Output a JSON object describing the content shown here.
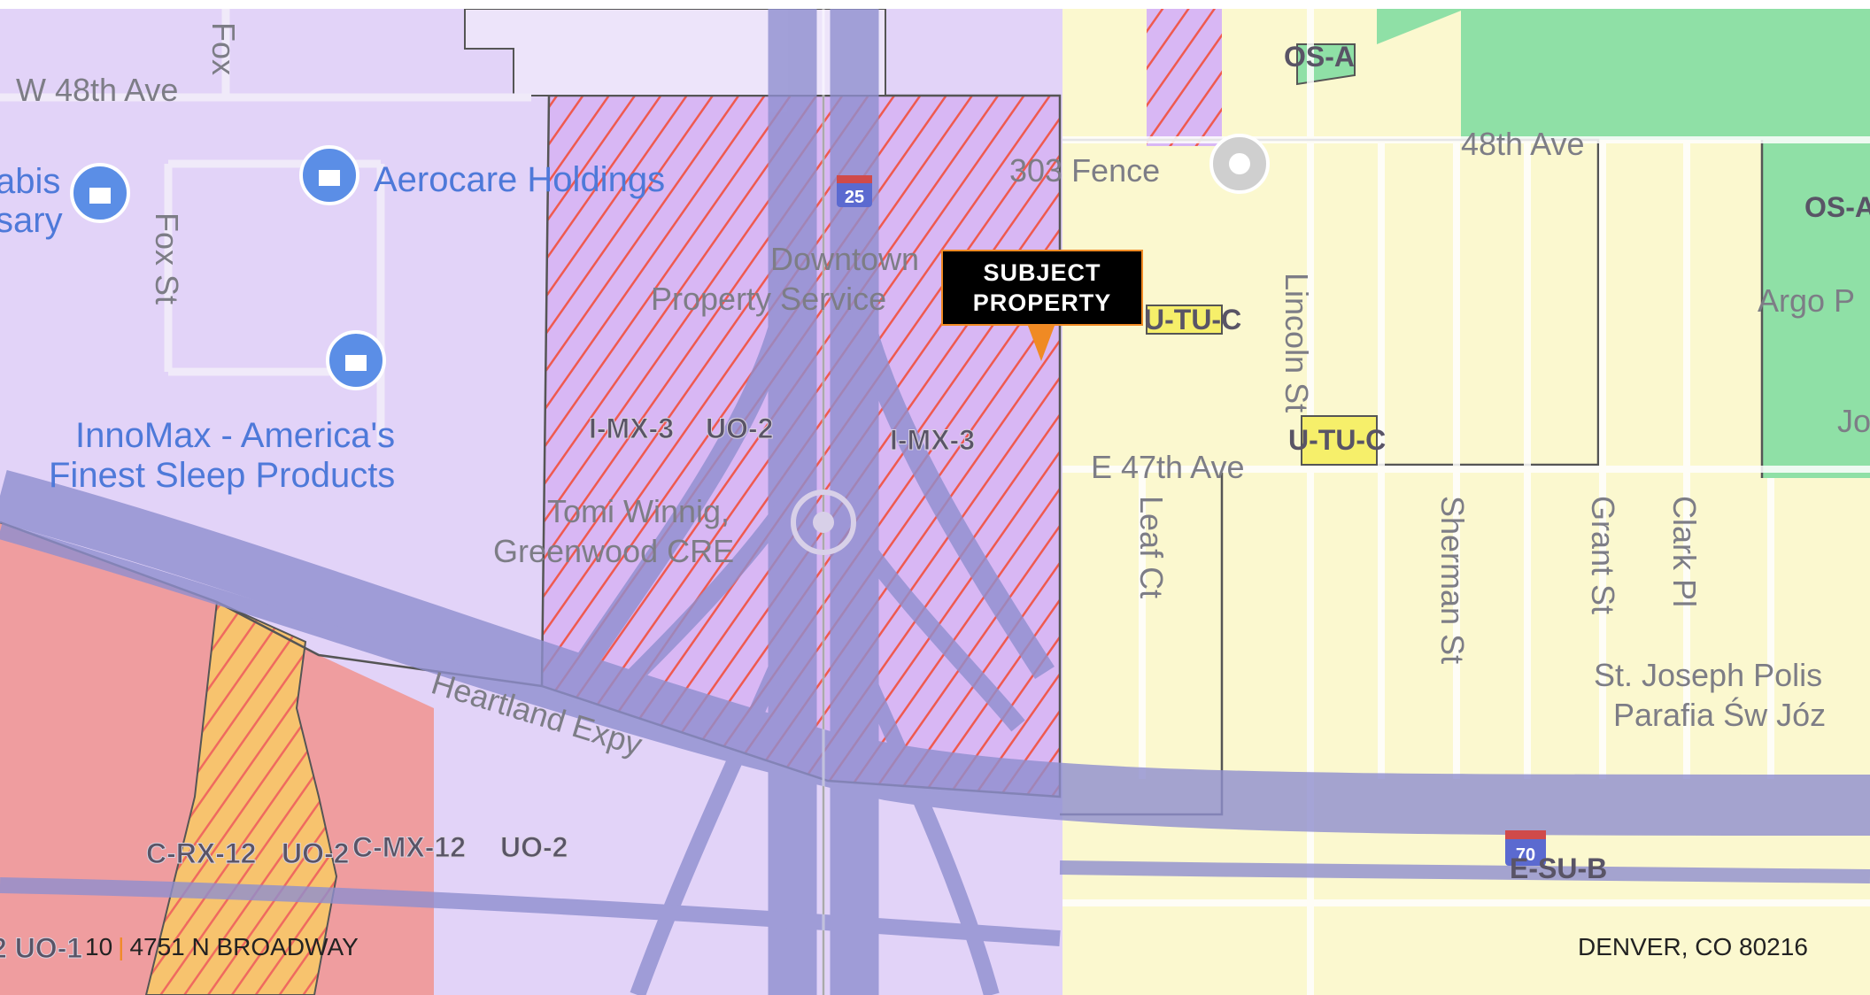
{
  "map": {
    "streets": {
      "w48th": "W 48th Ave",
      "fox_top": "Fox",
      "fox_st": "Fox St",
      "e48th": "48th Ave",
      "e47th": "E 47th Ave",
      "lincoln": "Lincoln St",
      "leaf": "Leaf Ct",
      "sherman": "Sherman St",
      "grant": "Grant St",
      "clark": "Clark Pl",
      "heartland": "Heartland Expy"
    },
    "pois": {
      "cannabis_1": "abis",
      "cannabis_2": "sary",
      "aerocare": "Aerocare Holdings",
      "innomax_1": "InnoMax - America's",
      "innomax_2": "Finest Sleep Products",
      "fence": "303 Fence",
      "downtown_1": "Downtown",
      "downtown_2": "Property Service",
      "tomi_1": "Tomi Winnig,",
      "tomi_2": "Greenwood CRE",
      "argo": "Argo P",
      "jo": "Jo",
      "stjoseph_1": "St. Joseph Polis",
      "stjoseph_2": "Parafia Św Józ"
    },
    "zones": {
      "os_a_top": "OS-A",
      "os_a_right": "OS-A",
      "imx3_left": "I-MX-3",
      "uo2_mid": "UO-2",
      "imx3_right": "I-MX-3",
      "utuc_1": "U-TU-C",
      "utuc_2": "U-TU-C",
      "crx12": "C-RX-12",
      "uo2_bl": "UO-2",
      "cmx12": "C-MX-12",
      "uo2_bm": "UO-2",
      "esub": "E-SU-B",
      "uo1": "2  UO-1"
    },
    "shields": {
      "i25": "25",
      "i70": "70"
    },
    "colors": {
      "industrial": "#e2d3f8",
      "residential": "#fbf8cf",
      "open_space": "#8fe0a6",
      "commercial": "#ef9d9f",
      "hatch": "#ef5a4f",
      "highway": "#8f8fcf"
    }
  },
  "callout": {
    "line1": "SUBJECT",
    "line2": "PROPERTY"
  },
  "footer": {
    "page_number": "10",
    "address": "4751 N BROADWAY",
    "city": "DENVER, CO 80216"
  }
}
